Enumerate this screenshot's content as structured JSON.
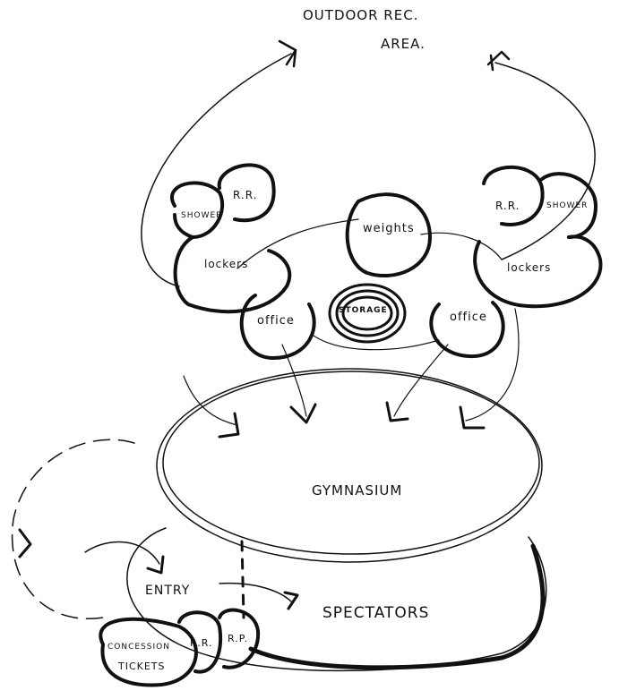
{
  "diagram": {
    "outdoor_line1": "OUTDOOR REC.",
    "outdoor_line2": "AREA.",
    "rr_left": "R.R.",
    "shower_left": "SHOWER",
    "lockers_left": "lockers",
    "office_left": "office",
    "weights": "weights",
    "storage": "STORAGE",
    "office_right": "office",
    "rr_right": "R.R.",
    "shower_right": "SHOWER",
    "lockers_right": "lockers",
    "gymnasium": "GYMNASIUM",
    "entry": "ENTRY",
    "spectators": "SPECTATORS",
    "concession_line1": "CONCESSION",
    "concession_line2": "TICKETS",
    "rr_bottom_1": "R.R.",
    "rr_bottom_2": "R.P."
  },
  "colors": {
    "ink": "#111111",
    "paper": "#ffffff"
  }
}
